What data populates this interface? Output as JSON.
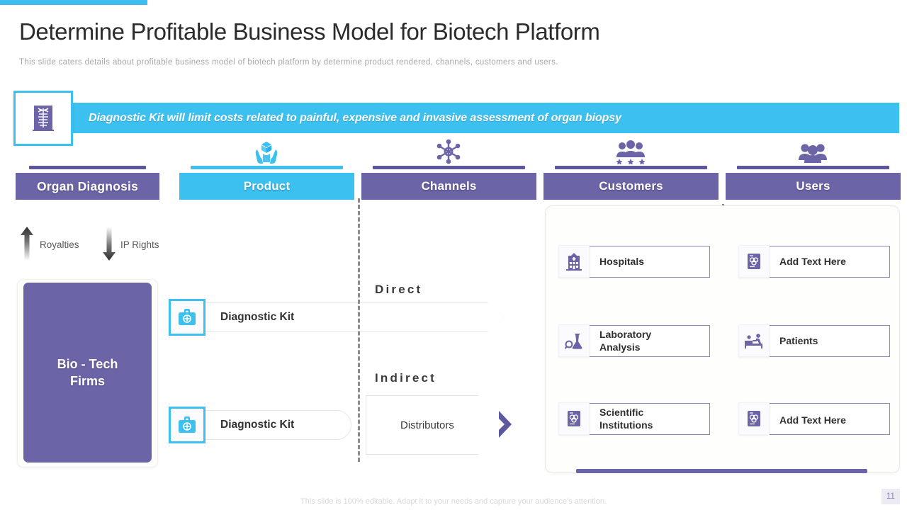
{
  "slide": {
    "title": "Determine Profitable Business Model for Biotech Platform",
    "subtitle": "This slide caters details about profitable business model of biotech platform by determine product rendered, channels, customers and users.",
    "page_number": "11",
    "footer_note": "This slide is 100% editable. Adapt it to your needs and capture your audience's attention.",
    "accent_blue": "#3cc0f0",
    "accent_purple": "#6b64a6"
  },
  "banner": {
    "text": "Diagnostic Kit will limit costs related to painful, expensive and invasive assessment of organ biopsy",
    "icon": "dna-gel-document-icon"
  },
  "columns": [
    {
      "key": "organ",
      "label": "Organ Diagnosis",
      "icon": null,
      "color": "#6b64a6"
    },
    {
      "key": "product",
      "label": "Product",
      "icon": "hands-holding-cube-icon",
      "color": "#3cc0f0"
    },
    {
      "key": "channels",
      "label": "Channels",
      "icon": "network-hub-icon",
      "color": "#6b64a6"
    },
    {
      "key": "customers",
      "label": "Customers",
      "icon": "people-stars-icon",
      "color": "#6b64a6"
    },
    {
      "key": "users",
      "label": "Users",
      "icon": "people-group-icon",
      "color": "#6b64a6"
    }
  ],
  "organ": {
    "royalties_label": "Royalties",
    "ip_rights_label": "IP Rights",
    "firm_label": "Bio - Tech\nFirms",
    "firm_line1": "Bio - Tech",
    "firm_line2": "Firms"
  },
  "products": [
    {
      "label": "Diagnostic Kit",
      "icon": "medical-kit-icon",
      "shape": "arrow"
    },
    {
      "label": "Diagnostic Kit",
      "icon": "medical-kit-icon",
      "shape": "pill"
    }
  ],
  "channels": {
    "direct_label": "Direct",
    "indirect_label": "Indirect",
    "distributors_label": "Distributors"
  },
  "customers": [
    {
      "label": "Hospitals",
      "icon": "hospital-building-icon"
    },
    {
      "label": "Laboratory\nAnalysis",
      "line1": "Laboratory",
      "line2": "Analysis",
      "icon": "lab-flask-icon"
    },
    {
      "label": "Scientific\nInstitutions",
      "line1": "Scientific",
      "line2": "Institutions",
      "icon": "research-document-icon"
    }
  ],
  "users": [
    {
      "label": "Add Text Here",
      "line1": "Add Text Here",
      "line2": "",
      "icon": "research-document-icon"
    },
    {
      "label": "Patients",
      "line1": "Patients",
      "line2": "",
      "icon": "patient-bed-icon"
    },
    {
      "label": "Add Text Here",
      "line1": "Add Text Here",
      "line2": "",
      "icon": "research-document-icon"
    }
  ]
}
